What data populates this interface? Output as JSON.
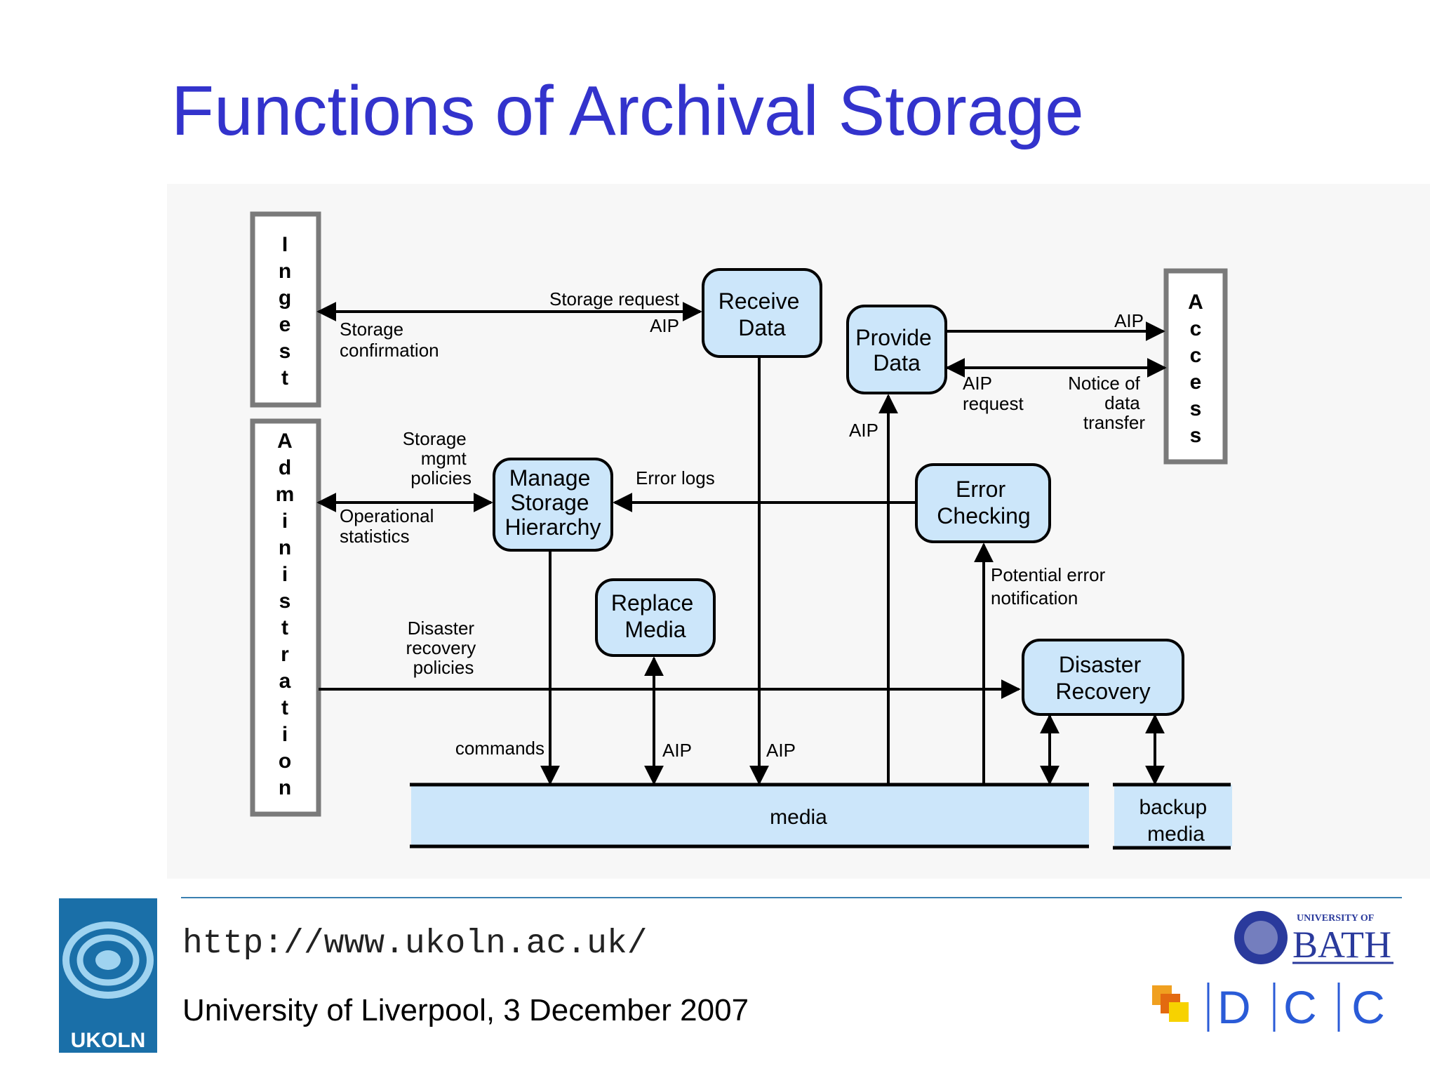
{
  "slide": {
    "title": "Functions of Archival Storage"
  },
  "diagram": {
    "entities": {
      "ingest": [
        "I",
        "n",
        "g",
        "e",
        "s",
        "t"
      ],
      "administration": [
        "A",
        "d",
        "m",
        "i",
        "n",
        "i",
        "s",
        "t",
        "r",
        "a",
        "t",
        "i",
        "o",
        "n"
      ],
      "access": [
        "A",
        "c",
        "c",
        "e",
        "s",
        "s"
      ]
    },
    "processes": {
      "receive_data": [
        "Receive",
        "Data"
      ],
      "provide_data": [
        "Provide",
        "Data"
      ],
      "manage_storage": [
        "Manage",
        "Storage",
        "Hierarchy"
      ],
      "error_checking": [
        "Error",
        "Checking"
      ],
      "replace_media": [
        "Replace",
        "Media"
      ],
      "disaster_recovery": [
        "Disaster",
        "Recovery"
      ]
    },
    "stores": {
      "media": "media",
      "backup_media": [
        "backup",
        "media"
      ]
    },
    "labels": {
      "storage_request": "Storage request",
      "aip_ingest": "AIP",
      "storage_confirmation": [
        "Storage",
        "confirmation"
      ],
      "aip_access": "AIP",
      "aip_request": [
        "AIP",
        "request"
      ],
      "notice_transfer": [
        "Notice of",
        "data",
        "transfer"
      ],
      "aip_provide": "AIP",
      "storage_mgmt_policies": [
        "Storage",
        "mgmt",
        "policies"
      ],
      "operational_statistics": [
        "Operational",
        "statistics"
      ],
      "error_logs": "Error logs",
      "potential_error": [
        "Potential error",
        "notification"
      ],
      "disaster_policies": [
        "Disaster",
        "recovery",
        "policies"
      ],
      "commands": "commands",
      "aip_replace": "AIP",
      "aip_receive": "AIP"
    }
  },
  "footer": {
    "url": "http://www.ukoln.ac.uk/",
    "venue": "University of Liverpool, 3 December 2007",
    "ukoln_logo_text": "UKOLN",
    "bath_small": "UNIVERSITY OF",
    "bath_large": "BATH",
    "dcc_letters": [
      "D",
      "C",
      "C"
    ]
  },
  "colors": {
    "title": "#3333cc",
    "box_fill": "#cce6fa",
    "dcc_blue": "#2a5bd7"
  }
}
